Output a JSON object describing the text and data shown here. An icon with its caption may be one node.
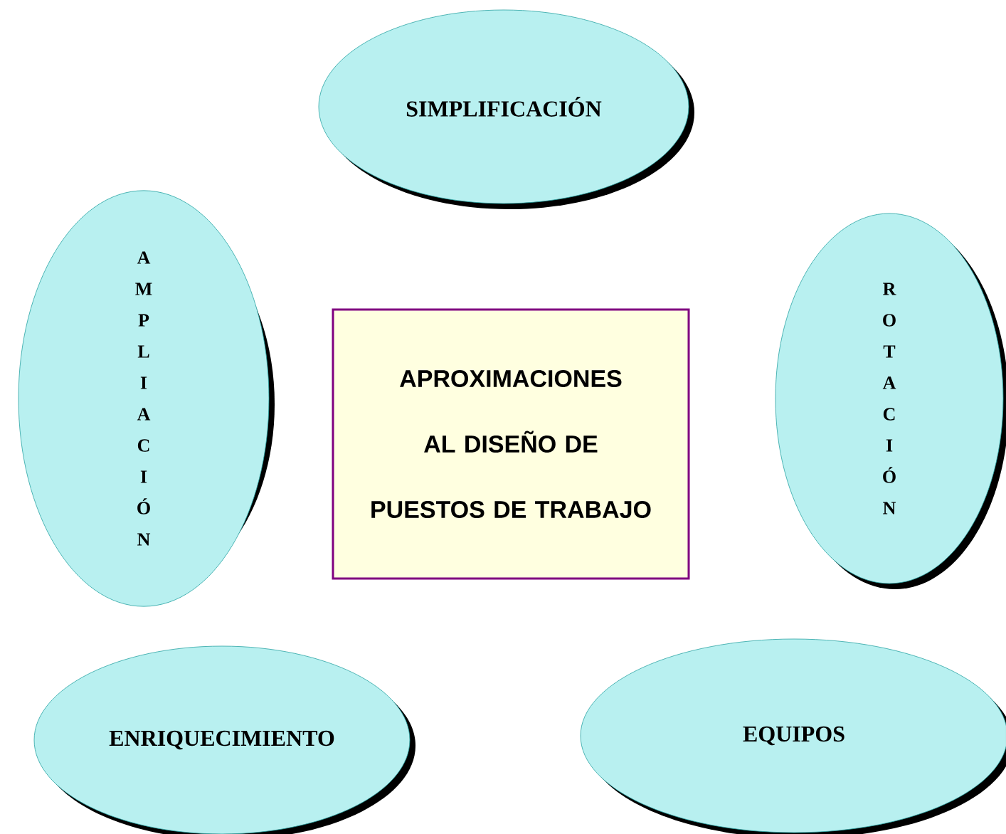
{
  "diagram": {
    "nodes": [
      {
        "text": [
          "SIMPLIFICACIÓN"
        ]
      },
      {
        "text": [
          "AMPLIACIÓN"
        ]
      },
      {
        "text": [
          "APROXIMACIONES AL DISEÑO DE PUESTOS DE TRABAJO"
        ]
      },
      {
        "text": [
          "ROTACIÓN"
        ]
      },
      {
        "text": [
          "ENRIQUECIMIENTO"
        ]
      },
      {
        "text": [
          "EQUIPOS"
        ]
      }
    ]
  }
}
